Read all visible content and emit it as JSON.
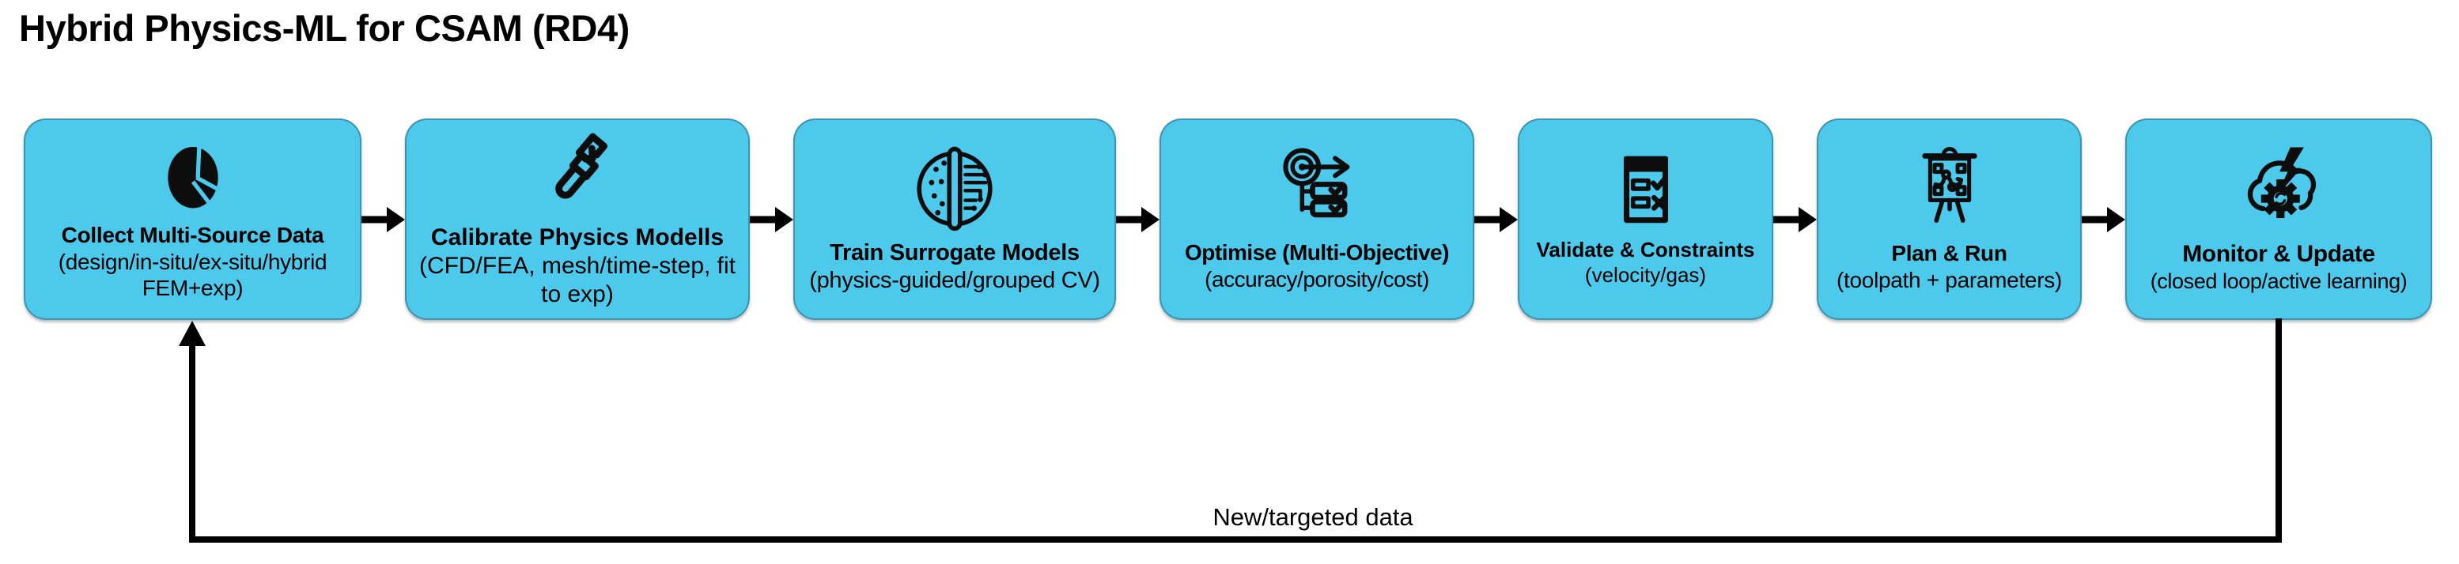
{
  "title": "Hybrid Physics-ML for CSAM (RD4)",
  "colors": {
    "box_fill": "#4DC9EC",
    "icon_ink": "#0d0d0d",
    "arrow": "#000000",
    "background": "#FFFFFF"
  },
  "steps": [
    {
      "id": "collect",
      "icon": "pie-chart-icon",
      "title": "Collect Multi-Source Data",
      "subtitle": "(design/in-situ/ex-situ/hybrid FEM+exp)"
    },
    {
      "id": "calibrate",
      "icon": "wrench-tool-icon",
      "title": "Calibrate Physics Modells",
      "subtitle": "(CFD/FEA, mesh/time-step, fit to exp)"
    },
    {
      "id": "train",
      "icon": "brain-circuit-icon",
      "title": "Train Surrogate Models",
      "subtitle": "(physics-guided/grouped CV)"
    },
    {
      "id": "optimise",
      "icon": "target-checklist-icon",
      "title": "Optimise (Multi-Objective)",
      "subtitle": "(accuracy/porosity/cost)"
    },
    {
      "id": "validate",
      "icon": "checklist-form-icon",
      "title": "Validate & Constraints",
      "subtitle": "(velocity/gas)"
    },
    {
      "id": "plan",
      "icon": "strategy-board-icon",
      "title": "Plan & Run",
      "subtitle": "(toolpath + parameters)"
    },
    {
      "id": "monitor",
      "icon": "cloud-gear-bolt-icon",
      "title": "Monitor & Update",
      "subtitle": "(closed loop/active learning)"
    }
  ],
  "feedback": {
    "label": "New/targeted data"
  }
}
